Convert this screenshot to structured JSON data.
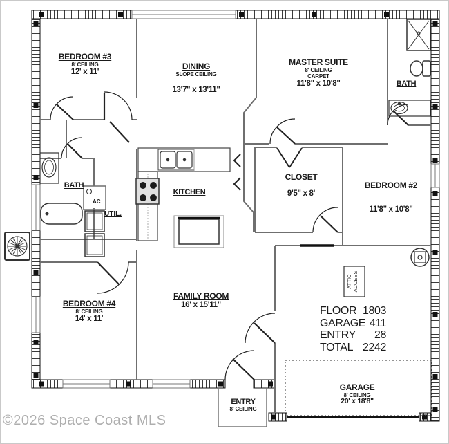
{
  "watermark": "©2026 Space Coast MLS",
  "rooms": {
    "bedroom3": {
      "name": "BEDROOM #3",
      "ceiling": "8' CEILING",
      "dims": "12' x 11'"
    },
    "dining": {
      "name": "DINING",
      "ceiling": "SLOPE CEILING",
      "dims": "13'7\" x 13'11\""
    },
    "master_suite": {
      "name": "MASTER SUITE",
      "ceiling": "8' CEILING",
      "flooring": "CARPET",
      "dims": "11'8\" x 10'8\""
    },
    "bath_master": {
      "name": "BATH"
    },
    "closet": {
      "name": "CLOSET",
      "dims": "9'5\" x 8'"
    },
    "bedroom2": {
      "name": "BEDROOM #2",
      "dims": "11'8\" x 10'8\""
    },
    "bath_hall": {
      "name": "BATH"
    },
    "ac_closet": {
      "name": "AC"
    },
    "utility": {
      "name": "UTIL."
    },
    "kitchen": {
      "name": "KITCHEN"
    },
    "bedroom4": {
      "name": "BEDROOM #4",
      "ceiling": "8' CEILING",
      "dims": "14' x 11'"
    },
    "family_room": {
      "name": "FAMILY ROOM",
      "dims": "16' x 15'11\""
    },
    "attic": {
      "line1": "ATTIC",
      "line2": "ACCESS"
    },
    "entry": {
      "name": "ENTRY",
      "ceiling": "8' CEILING"
    },
    "garage": {
      "name": "GARAGE",
      "ceiling": "8' CEILING",
      "dims": "20' x 18'8\""
    }
  },
  "area_summary": {
    "rows": [
      {
        "label": "FLOOR",
        "value": "1803"
      },
      {
        "label": "GARAGE",
        "value": "411"
      },
      {
        "label": "ENTRY",
        "value": "28"
      },
      {
        "label": "TOTAL",
        "value": "2242"
      }
    ]
  },
  "colors": {
    "exterior_wall": "#1a1a1a",
    "interior_wall": "#6f6f6f",
    "watermark": "#aeaeae"
  }
}
